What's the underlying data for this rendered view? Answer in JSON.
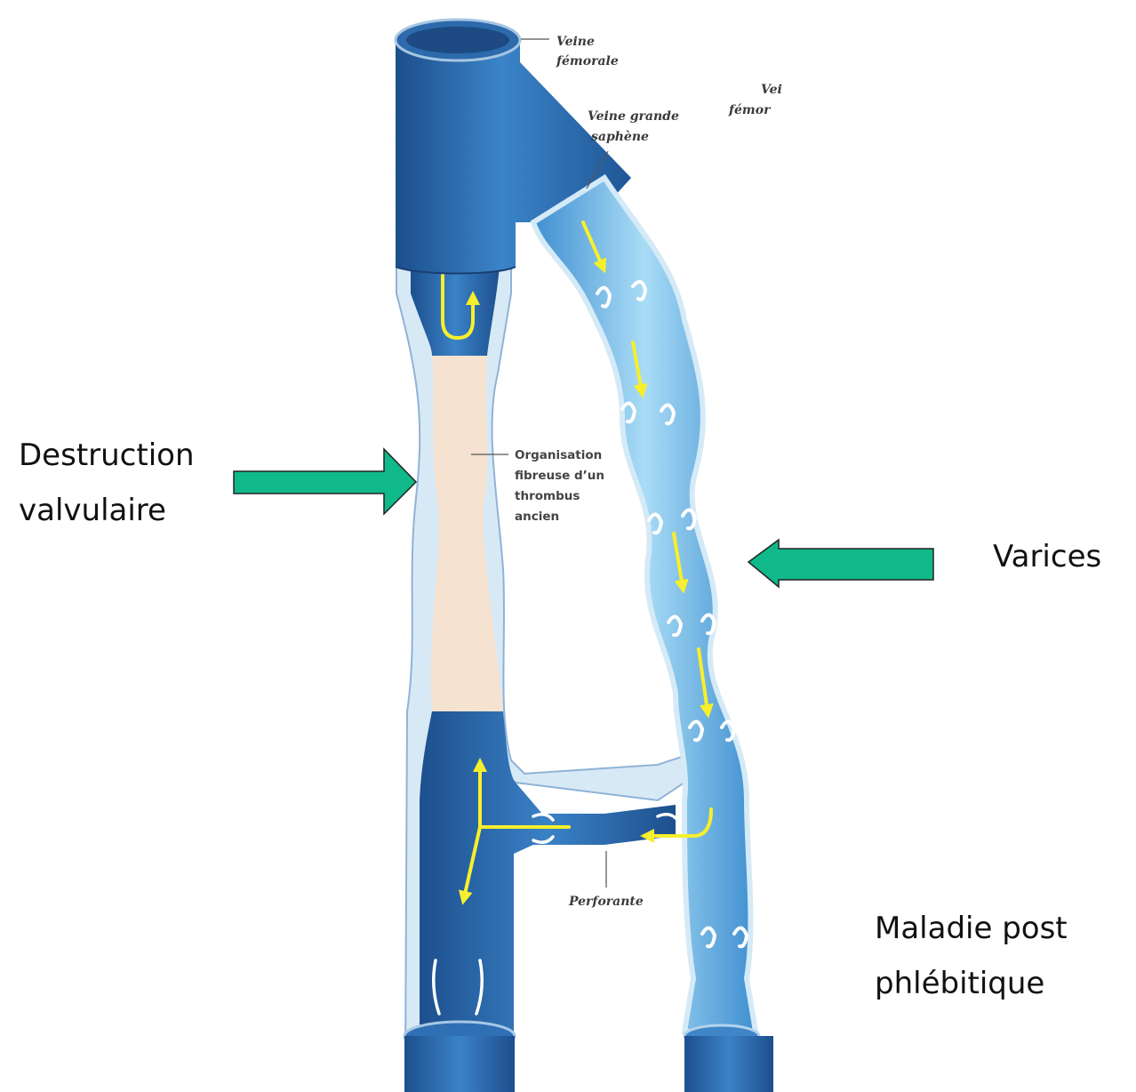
{
  "labels": {
    "femorale_1": "Veine",
    "femorale_2": "fémorale",
    "femorale_cut_1": "Vei",
    "femorale_cut_2": "fémor",
    "saphene_1": "Veine grande",
    "saphene_2": "saphène",
    "organisation_1": "Organisation",
    "organisation_2": "fibreuse d’un",
    "organisation_3": "thrombus",
    "organisation_4": "ancien",
    "perforante": "Perforante"
  },
  "annotations": {
    "destruction_1": "Destruction",
    "destruction_2": "valvulaire",
    "varices": "Varices",
    "maladie_1": "Maladie post",
    "maladie_2": "phlébitique"
  },
  "colors": {
    "arrow_fill": "#10b98a",
    "vein_dark": "#2f6fb4",
    "vein_light": "#7ec6ee",
    "thrombus": "#f6e2d0",
    "flow_arrow": "#f7ef2c"
  }
}
